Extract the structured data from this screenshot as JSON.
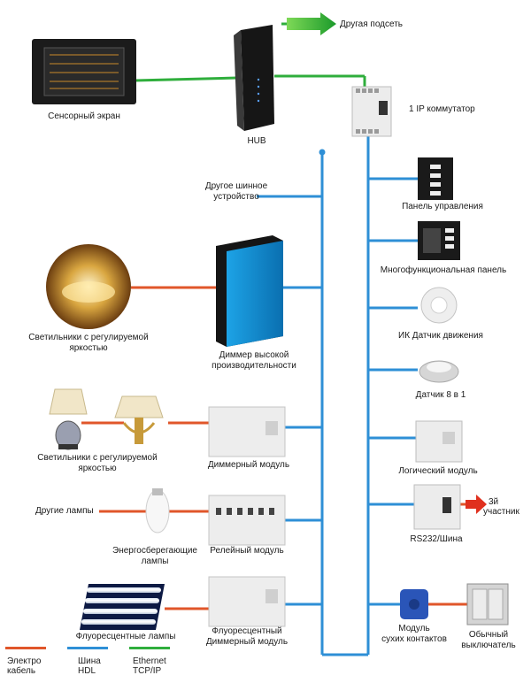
{
  "labels": {
    "touch_screen": "Сенсорный экран",
    "hub": "HUB",
    "other_subnet": "Другая подсеть",
    "ip_switch": "1 IP коммутатор",
    "other_bus_device_1": "Другое шинное",
    "other_bus_device_2": "устройство",
    "control_panel": "Панель управления",
    "multi_panel": "Многофункциональная панель",
    "ir_sensor": "ИК Датчик движения",
    "sensor_8in1": "Датчик 8 в 1",
    "logic_module": "Логический модуль",
    "rs232": "RS232/Шина",
    "third_party_1": "3й",
    "third_party_2": "участник",
    "dimmable_lamps_a_1": "Светильники с регулируемой",
    "dimmable_lamps_a_2": "яркостью",
    "hp_dimmer_1": "Диммер высокой",
    "hp_dimmer_2": "производительности",
    "dimmable_lamps_b_1": "Светильники с регулируемой",
    "dimmable_lamps_b_2": "яркостью",
    "dimmer_module": "Диммерный модуль",
    "other_lamps": "Другие лампы",
    "energy_lamps_1": "Энергосберегающие",
    "energy_lamps_2": "лампы",
    "relay_module": "Релейный модуль",
    "fluor_lamps": "Флуоресцентные лампы",
    "fluor_dimmer_1": "Флуоресцентный",
    "fluor_dimmer_2": "Диммерный модуль",
    "dry_contact_1": "Модуль",
    "dry_contact_2": "сухих контактов",
    "switch_1": "Обычный",
    "switch_2": "выключатель"
  },
  "legend": [
    {
      "line1": "Электро",
      "line2": "кабель",
      "color": "#e0562a"
    },
    {
      "line1": "Шина",
      "line2": "HDL",
      "color": "#2e8fd6"
    },
    {
      "line1": "Ethernet",
      "line2": "TCP/IP",
      "color": "#2fae3c"
    }
  ],
  "colors": {
    "electric": "#e0562a",
    "hdl_bus": "#2e8fd6",
    "ethernet": "#2fae3c"
  }
}
